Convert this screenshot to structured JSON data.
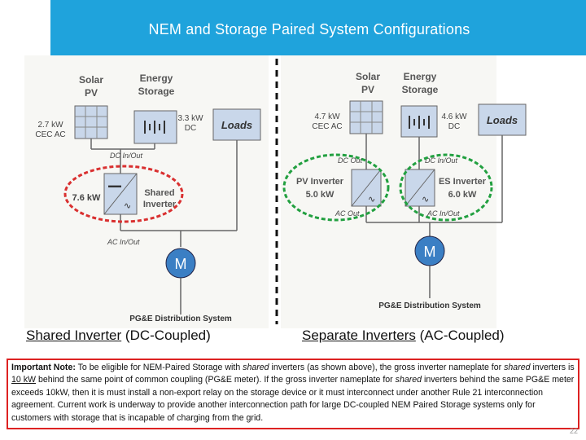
{
  "page": {
    "title": "NEM and Storage Paired System Configurations",
    "page_number": "22"
  },
  "left": {
    "solar_pv": "Solar PV",
    "energy_storage": "Energy Storage",
    "solar_rating": "2.7 kW CEC AC",
    "storage_rating": "3.3 kW DC",
    "loads": "Loads",
    "dc_in_out": "DC In/Out",
    "inverter_rating": "7.6 kW",
    "inverter_label": "Shared Inverter",
    "ac_in_out": "AC In/Out",
    "meter": "M",
    "grid": "PG&E Distribution System",
    "caption_main": "Shared Inverter",
    "caption_rest": " (DC-Coupled)"
  },
  "right": {
    "solar_pv": "Solar PV",
    "energy_storage": "Energy Storage",
    "solar_rating": "4.7 kW CEC AC",
    "storage_rating": "4.6 kW DC",
    "loads": "Loads",
    "dc_out": "DC Out",
    "dc_in_out": "DC In/Out",
    "pv_inverter": "PV Inverter",
    "pv_inverter_rating": "5.0 kW",
    "es_inverter": "ES Inverter",
    "es_inverter_rating": "6.0 kW",
    "ac_out": "AC Out",
    "ac_in_out": "AC In/Out",
    "meter": "M",
    "grid": "PG&E Distribution System",
    "caption_main": "Separate Inverters",
    "caption_rest": " (AC-Coupled)"
  },
  "note": {
    "label": "Important Note:",
    "t1": " To be eligible for NEM-Paired Storage with ",
    "shared1": "shared",
    "t2": " inverters (as shown above), the gross inverter nameplate for ",
    "shared2": "shared",
    "t3": " inverters is ",
    "limit": "10 kW",
    "t4": " behind the same point of common coupling (PG&E meter). If the gross inverter nameplate for ",
    "shared3": "shared",
    "t5": " inverters behind the same PG&E meter exceeds 10kW, then it is must install a non-export relay on the storage device or it must interconnect under another Rule 21 interconnection agreement. Current work is underway to provide another interconnection path for large DC-coupled NEM Paired Storage systems only for customers with storage that is incapable of charging from the grid."
  },
  "colors": {
    "header": "#1fa3dc",
    "red_highlight": "#d93030",
    "green_highlight": "#22a040",
    "box_fill": "#c9d7ea",
    "meter": "#3b7fc4"
  }
}
